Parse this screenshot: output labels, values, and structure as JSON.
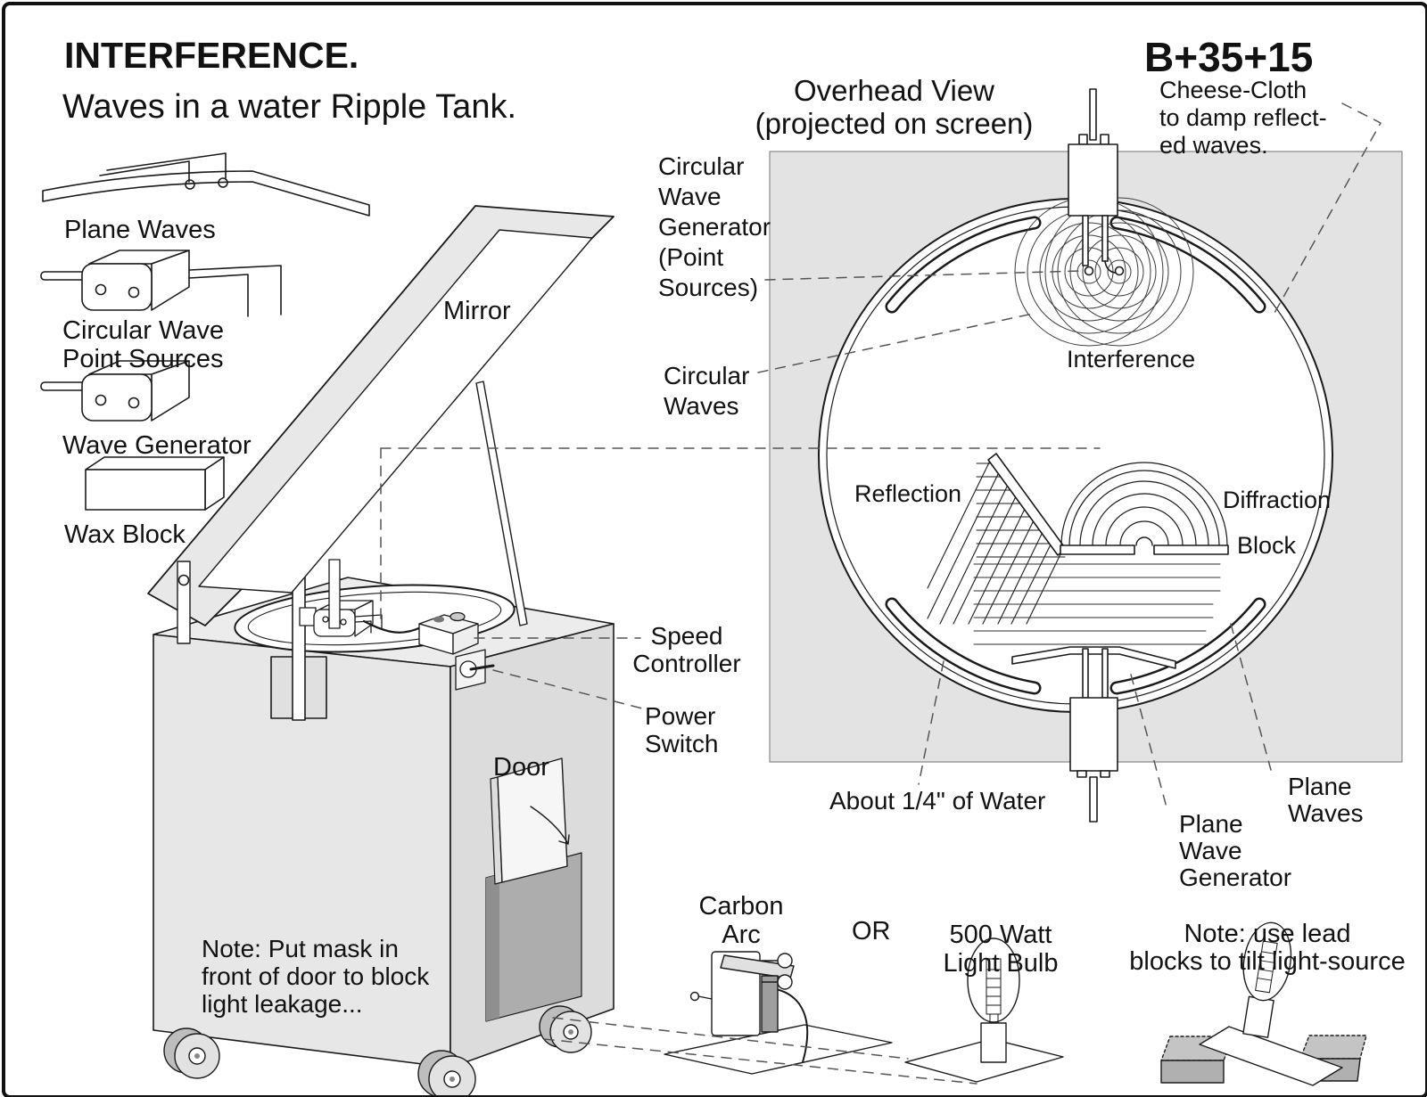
{
  "page": {
    "title": "INTERFERENCE.",
    "subtitle": "Waves in a water Ripple Tank.",
    "catalog_code": "B+35+15"
  },
  "legend": {
    "plane_waves": "Plane Waves",
    "point_sources": "Circular Wave\nPoint Sources",
    "wave_generator": "Wave Generator",
    "wax_block": "Wax Block"
  },
  "apparatus": {
    "mirror": "Mirror",
    "speed_controller": "Speed\nController",
    "power_switch": "Power\nSwitch",
    "door": "Door",
    "mask_note": "Note: Put mask in\nfront of door to block\nlight leakage..."
  },
  "overhead": {
    "title": "Overhead View\n(projected on screen)",
    "cheese_cloth_note": "Cheese-Cloth\nto damp reflect-\ned waves.",
    "circular_wave_generator": "Circular\nWave\nGenerator\n(Point\nSources)",
    "circular_waves": "Circular\nWaves",
    "interference": "Interference",
    "reflection": "Reflection",
    "diffraction": "Diffraction",
    "block": "Block",
    "water_depth": "About 1/4\" of Water",
    "plane_wave_generator": "Plane\nWave\nGenerator",
    "plane_waves": "Plane\nWaves"
  },
  "light_sources": {
    "carbon_arc": "Carbon\nArc",
    "or": "OR",
    "light_bulb": "500 Watt\nLight Bulb",
    "lead_note": "Note: use lead\nblocks to tilt light-source"
  },
  "colors": {
    "ink": "#1a1a1a",
    "screen_gray": "#e3e3e3",
    "cabinet_gray": "#e7e7e7",
    "side_gray": "#dcdcdc",
    "opening_gray": "#adadad"
  }
}
